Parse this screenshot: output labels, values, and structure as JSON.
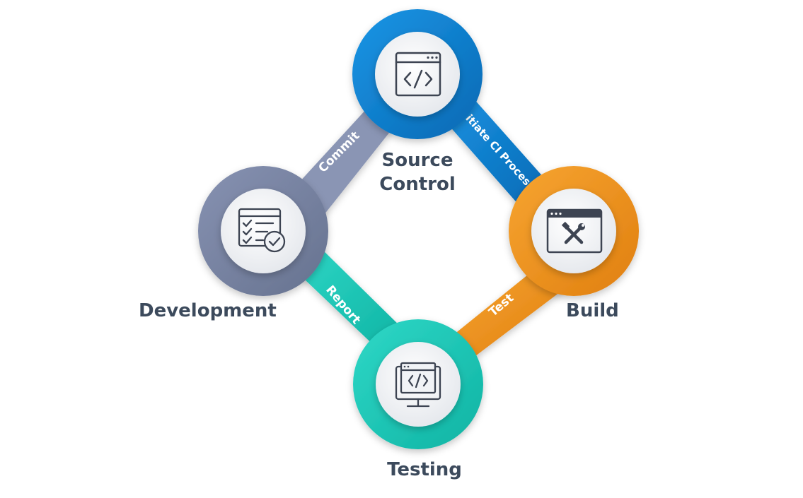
{
  "nodes": {
    "source_control": {
      "line1": "Source",
      "line2": "Control",
      "color": "#0b7fd0",
      "icon": "code-window-icon"
    },
    "build": {
      "label": "Build",
      "color": "#f0961e",
      "icon": "tools-window-icon"
    },
    "development": {
      "label": "Development",
      "color": "#7a86a8",
      "icon": "checklist-icon"
    },
    "testing": {
      "label": "Testing",
      "color": "#14c6b4",
      "icon": "monitor-code-icon"
    }
  },
  "connectors": {
    "commit": "Commit",
    "initiate": "Initiate CI Process",
    "test": "Test",
    "report": "Report"
  }
}
